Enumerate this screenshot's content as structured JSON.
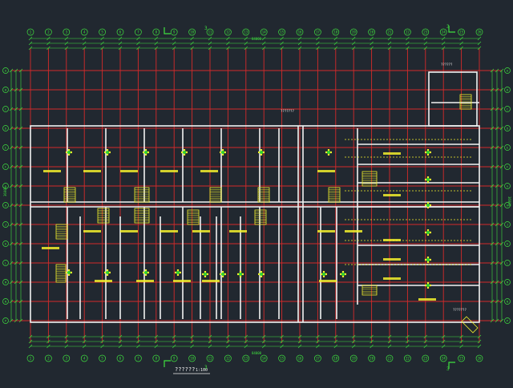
{
  "drawing": {
    "background": "#212830",
    "grid_color": "#d42a2a",
    "wall_color": "#f2f2f2",
    "dim_color": "#3fe03f",
    "stair_color": "#f2ef2c",
    "title": "??????",
    "scale": "1:100",
    "section_mark": "3",
    "top_axis_labels": [
      "1",
      "2",
      "3",
      "4",
      "5",
      "6",
      "7",
      "8",
      "9",
      "10",
      "11",
      "12",
      "13",
      "14",
      "15",
      "16",
      "17",
      "18",
      "19",
      "20",
      "21",
      "22",
      "23",
      "24",
      "25",
      "26"
    ],
    "bottom_axis_labels": [
      "1",
      "2",
      "3",
      "4",
      "5",
      "6",
      "7",
      "8",
      "9",
      "10",
      "11",
      "12",
      "13",
      "14",
      "15",
      "16",
      "17",
      "18",
      "19",
      "20",
      "21",
      "22",
      "23",
      "24",
      "25",
      "26"
    ],
    "left_axis_labels": [
      "A",
      "B",
      "C",
      "D",
      "E",
      "F",
      "G",
      "H",
      "J",
      "K",
      "L",
      "M",
      "N",
      "P"
    ],
    "right_axis_labels": [
      "A",
      "B",
      "C",
      "D",
      "E",
      "F",
      "G",
      "H",
      "J",
      "K",
      "L",
      "M",
      "N",
      "P"
    ],
    "overall_dim_top": "84000",
    "overall_dim_bottom": "84000",
    "overall_dim_left": "36000",
    "overall_dim_right": "36000",
    "notes": {
      "center": "???????",
      "right_lower": "???????",
      "top_right": "??????"
    }
  }
}
